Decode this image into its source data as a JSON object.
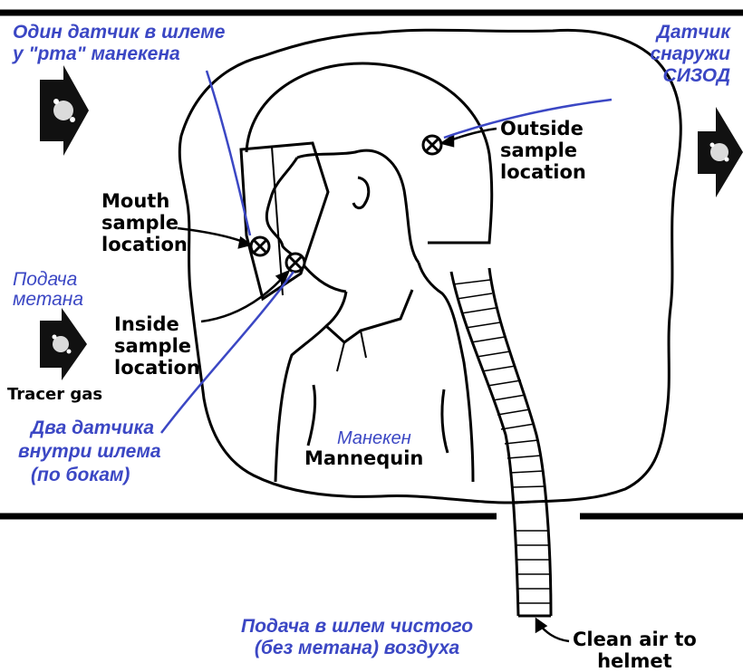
{
  "colors": {
    "annotation": "#3b47c4",
    "ink": "#000000",
    "background": "#ffffff"
  },
  "labels_en": {
    "mouth": [
      "Mouth",
      "sample",
      "location"
    ],
    "inside": [
      "Inside",
      "sample",
      "location"
    ],
    "outside": [
      "Outside",
      "sample",
      "location"
    ],
    "tracer": "Tracer gas",
    "mannequin": "Mannequin",
    "clean_air": [
      "Clean air to",
      "helmet"
    ]
  },
  "labels_ru": {
    "one_sensor": [
      "Один датчик в шлеме",
      "у \"рта\" манекена"
    ],
    "outside_sensor": [
      "Датчик",
      "снаружи",
      "СИЗОД"
    ],
    "methane_feed": [
      "Подача",
      "метана"
    ],
    "two_sensors": [
      "Два датчика",
      "внутри шлема",
      "(по бокам)"
    ],
    "mannequin": "Манекен",
    "clean_air_feed": [
      "Подача в шлем чистого",
      "(без метана) воздуха"
    ]
  },
  "icons": [
    "tracer-gas-arrow-icon",
    "sample-point-icon"
  ]
}
